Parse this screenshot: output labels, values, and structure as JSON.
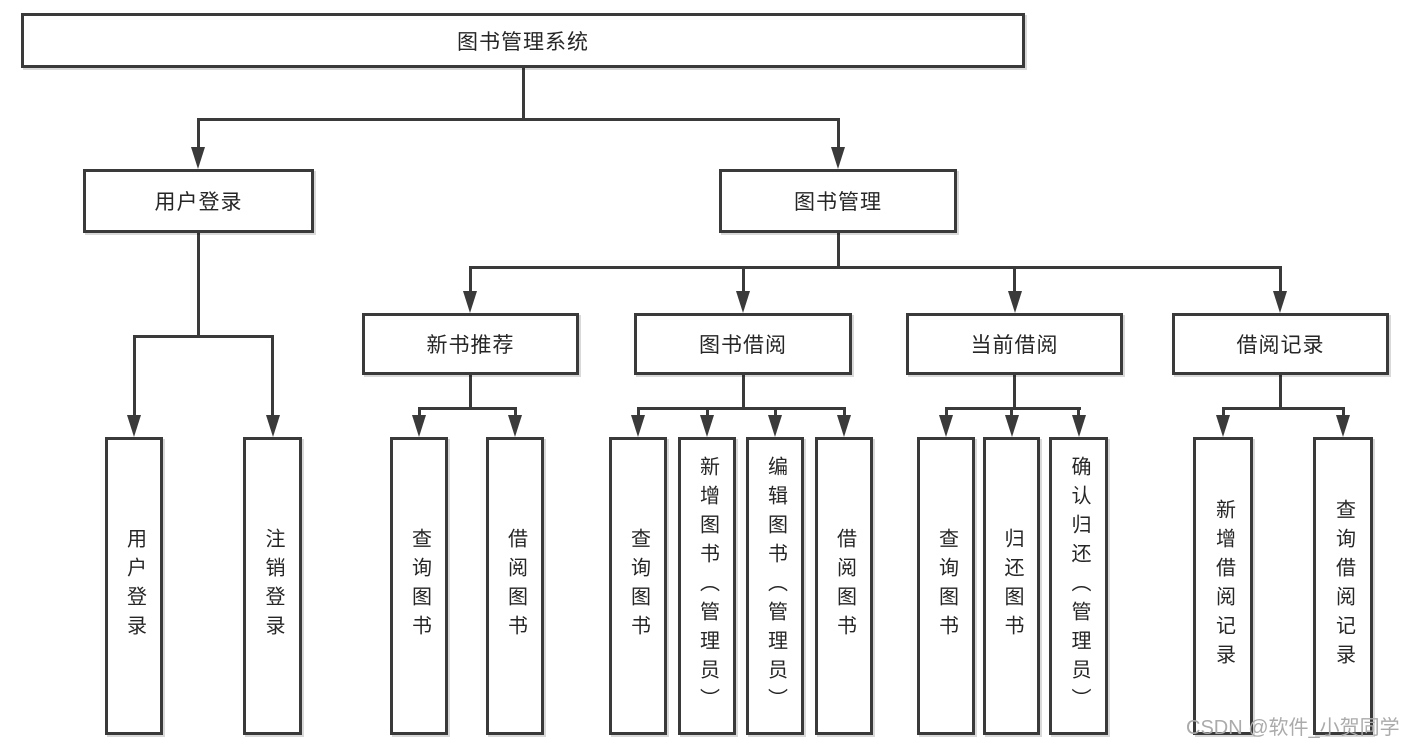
{
  "diagram": {
    "root": {
      "label": "图书管理系统"
    },
    "branches": [
      {
        "label": "用户登录",
        "children": [
          {
            "label": "用户登录"
          },
          {
            "label": "注销登录"
          }
        ]
      },
      {
        "label": "图书管理",
        "children": [
          {
            "label": "新书推荐",
            "children": [
              {
                "label": "查询图书"
              },
              {
                "label": "借阅图书"
              }
            ]
          },
          {
            "label": "图书借阅",
            "children": [
              {
                "label": "查询图书"
              },
              {
                "label": "新增图书（管理员）"
              },
              {
                "label": "编辑图书（管理员）"
              },
              {
                "label": "借阅图书"
              }
            ]
          },
          {
            "label": "当前借阅",
            "children": [
              {
                "label": "查询图书"
              },
              {
                "label": "归还图书"
              },
              {
                "label": "确认归还（管理员）"
              }
            ]
          },
          {
            "label": "借阅记录",
            "children": [
              {
                "label": "新增借阅记录"
              },
              {
                "label": "查询借阅记录"
              }
            ]
          }
        ]
      }
    ]
  },
  "watermark": {
    "text": "CSDN @软件_小贺同学"
  },
  "colors": {
    "line": "#3a3a3a",
    "text": "#262626",
    "watermark": "#ababab",
    "background": "#ffffff"
  }
}
